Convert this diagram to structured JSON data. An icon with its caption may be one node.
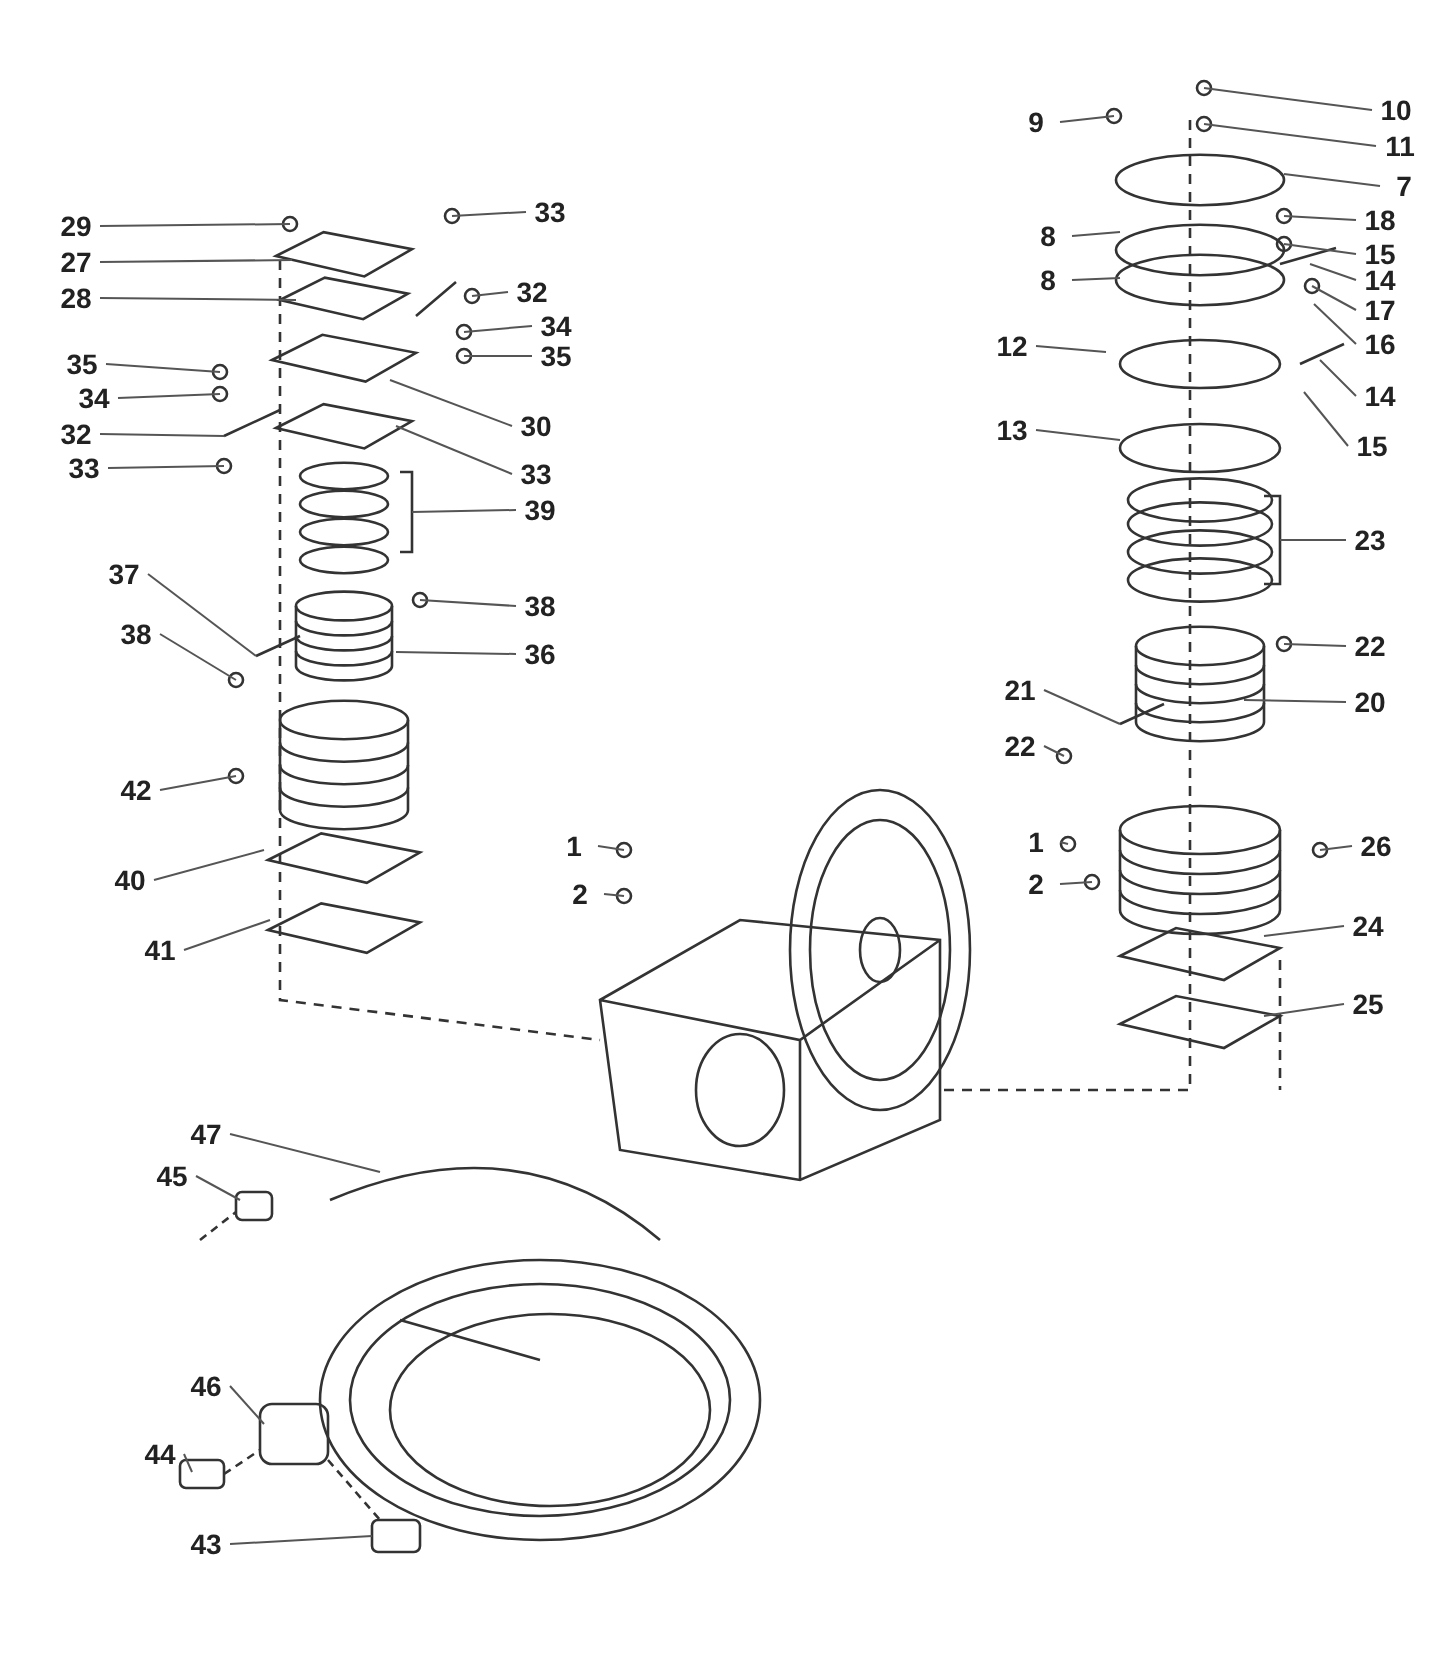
{
  "diagram": {
    "nodes": [
      {
        "text": [
          "29"
        ]
      },
      {
        "text": [
          "27"
        ]
      },
      {
        "text": [
          "28"
        ]
      },
      {
        "text": [
          "33"
        ]
      },
      {
        "text": [
          "32"
        ]
      },
      {
        "text": [
          "34"
        ]
      },
      {
        "text": [
          "35"
        ]
      },
      {
        "text": [
          "35"
        ]
      },
      {
        "text": [
          "34"
        ]
      },
      {
        "text": [
          "32"
        ]
      },
      {
        "text": [
          "33"
        ]
      },
      {
        "text": [
          "30"
        ]
      },
      {
        "text": [
          "33"
        ]
      },
      {
        "text": [
          "39"
        ]
      },
      {
        "text": [
          "37"
        ]
      },
      {
        "text": [
          "38"
        ]
      },
      {
        "text": [
          "38"
        ]
      },
      {
        "text": [
          "36"
        ]
      },
      {
        "text": [
          "42"
        ]
      },
      {
        "text": [
          "40"
        ]
      },
      {
        "text": [
          "41"
        ]
      },
      {
        "text": [
          "1"
        ]
      },
      {
        "text": [
          "2"
        ]
      },
      {
        "text": [
          "9"
        ]
      },
      {
        "text": [
          "10"
        ]
      },
      {
        "text": [
          "11"
        ]
      },
      {
        "text": [
          "7"
        ]
      },
      {
        "text": [
          "8"
        ]
      },
      {
        "text": [
          "18"
        ]
      },
      {
        "text": [
          "8"
        ]
      },
      {
        "text": [
          "15"
        ]
      },
      {
        "text": [
          "14"
        ]
      },
      {
        "text": [
          "17"
        ]
      },
      {
        "text": [
          "16"
        ]
      },
      {
        "text": [
          "12"
        ]
      },
      {
        "text": [
          "14"
        ]
      },
      {
        "text": [
          "15"
        ]
      },
      {
        "text": [
          "13"
        ]
      },
      {
        "text": [
          "23"
        ]
      },
      {
        "text": [
          "22"
        ]
      },
      {
        "text": [
          "21"
        ]
      },
      {
        "text": [
          "20"
        ]
      },
      {
        "text": [
          "22"
        ]
      },
      {
        "text": [
          "1"
        ]
      },
      {
        "text": [
          "2"
        ]
      },
      {
        "text": [
          "26"
        ]
      },
      {
        "text": [
          "24"
        ]
      },
      {
        "text": [
          "25"
        ]
      },
      {
        "text": [
          "47"
        ]
      },
      {
        "text": [
          "45"
        ]
      },
      {
        "text": [
          "46"
        ]
      },
      {
        "text": [
          "44"
        ]
      },
      {
        "text": [
          "43"
        ]
      }
    ],
    "edges": [
      {
        "from": 0,
        "to": null,
        "arrow": "none"
      },
      {
        "from": 1,
        "to": null,
        "arrow": "none"
      },
      {
        "from": 2,
        "to": null,
        "arrow": "none"
      },
      {
        "from": 3,
        "to": null,
        "arrow": "none"
      },
      {
        "from": 4,
        "to": null,
        "arrow": "none"
      },
      {
        "from": 5,
        "to": null,
        "arrow": "none"
      },
      {
        "from": 6,
        "to": null,
        "arrow": "none"
      },
      {
        "from": 7,
        "to": null,
        "arrow": "none"
      },
      {
        "from": 8,
        "to": null,
        "arrow": "none"
      },
      {
        "from": 9,
        "to": null,
        "arrow": "none"
      },
      {
        "from": 10,
        "to": null,
        "arrow": "none"
      },
      {
        "from": 11,
        "to": null,
        "arrow": "none"
      },
      {
        "from": 12,
        "to": null,
        "arrow": "none"
      },
      {
        "from": 13,
        "to": null,
        "arrow": "none"
      },
      {
        "from": 14,
        "to": null,
        "arrow": "none"
      },
      {
        "from": 15,
        "to": null,
        "arrow": "none"
      },
      {
        "from": 16,
        "to": null,
        "arrow": "none"
      },
      {
        "from": 17,
        "to": null,
        "arrow": "none"
      },
      {
        "from": 18,
        "to": null,
        "arrow": "none"
      },
      {
        "from": 19,
        "to": null,
        "arrow": "none"
      },
      {
        "from": 20,
        "to": null,
        "arrow": "none"
      },
      {
        "from": 21,
        "to": null,
        "arrow": "none"
      },
      {
        "from": 22,
        "to": null,
        "arrow": "none"
      },
      {
        "from": 23,
        "to": null,
        "arrow": "none"
      },
      {
        "from": 24,
        "to": null,
        "arrow": "none"
      },
      {
        "from": 25,
        "to": null,
        "arrow": "none"
      },
      {
        "from": 26,
        "to": null,
        "arrow": "none"
      },
      {
        "from": 27,
        "to": null,
        "arrow": "none"
      },
      {
        "from": 28,
        "to": null,
        "arrow": "none"
      },
      {
        "from": 29,
        "to": null,
        "arrow": "none"
      },
      {
        "from": 30,
        "to": null,
        "arrow": "none"
      },
      {
        "from": 31,
        "to": null,
        "arrow": "none"
      },
      {
        "from": 32,
        "to": null,
        "arrow": "none"
      },
      {
        "from": 33,
        "to": null,
        "arrow": "none"
      },
      {
        "from": 34,
        "to": null,
        "arrow": "none"
      },
      {
        "from": 35,
        "to": null,
        "arrow": "none"
      },
      {
        "from": 36,
        "to": null,
        "arrow": "none"
      },
      {
        "from": 37,
        "to": null,
        "arrow": "none"
      },
      {
        "from": 38,
        "to": null,
        "arrow": "none"
      },
      {
        "from": 39,
        "to": null,
        "arrow": "none"
      },
      {
        "from": 40,
        "to": null,
        "arrow": "none"
      },
      {
        "from": 41,
        "to": null,
        "arrow": "none"
      },
      {
        "from": 42,
        "to": null,
        "arrow": "none"
      },
      {
        "from": 43,
        "to": null,
        "arrow": "none"
      },
      {
        "from": 44,
        "to": null,
        "arrow": "none"
      },
      {
        "from": 45,
        "to": null,
        "arrow": "none"
      },
      {
        "from": 46,
        "to": null,
        "arrow": "none"
      },
      {
        "from": 47,
        "to": null,
        "arrow": "none"
      },
      {
        "from": 48,
        "to": null,
        "arrow": "none"
      },
      {
        "from": 49,
        "to": null,
        "arrow": "none"
      },
      {
        "from": 50,
        "to": null,
        "arrow": "none"
      },
      {
        "from": 51,
        "to": null,
        "arrow": "none"
      },
      {
        "from": 52,
        "to": null,
        "arrow": "none"
      }
    ]
  }
}
